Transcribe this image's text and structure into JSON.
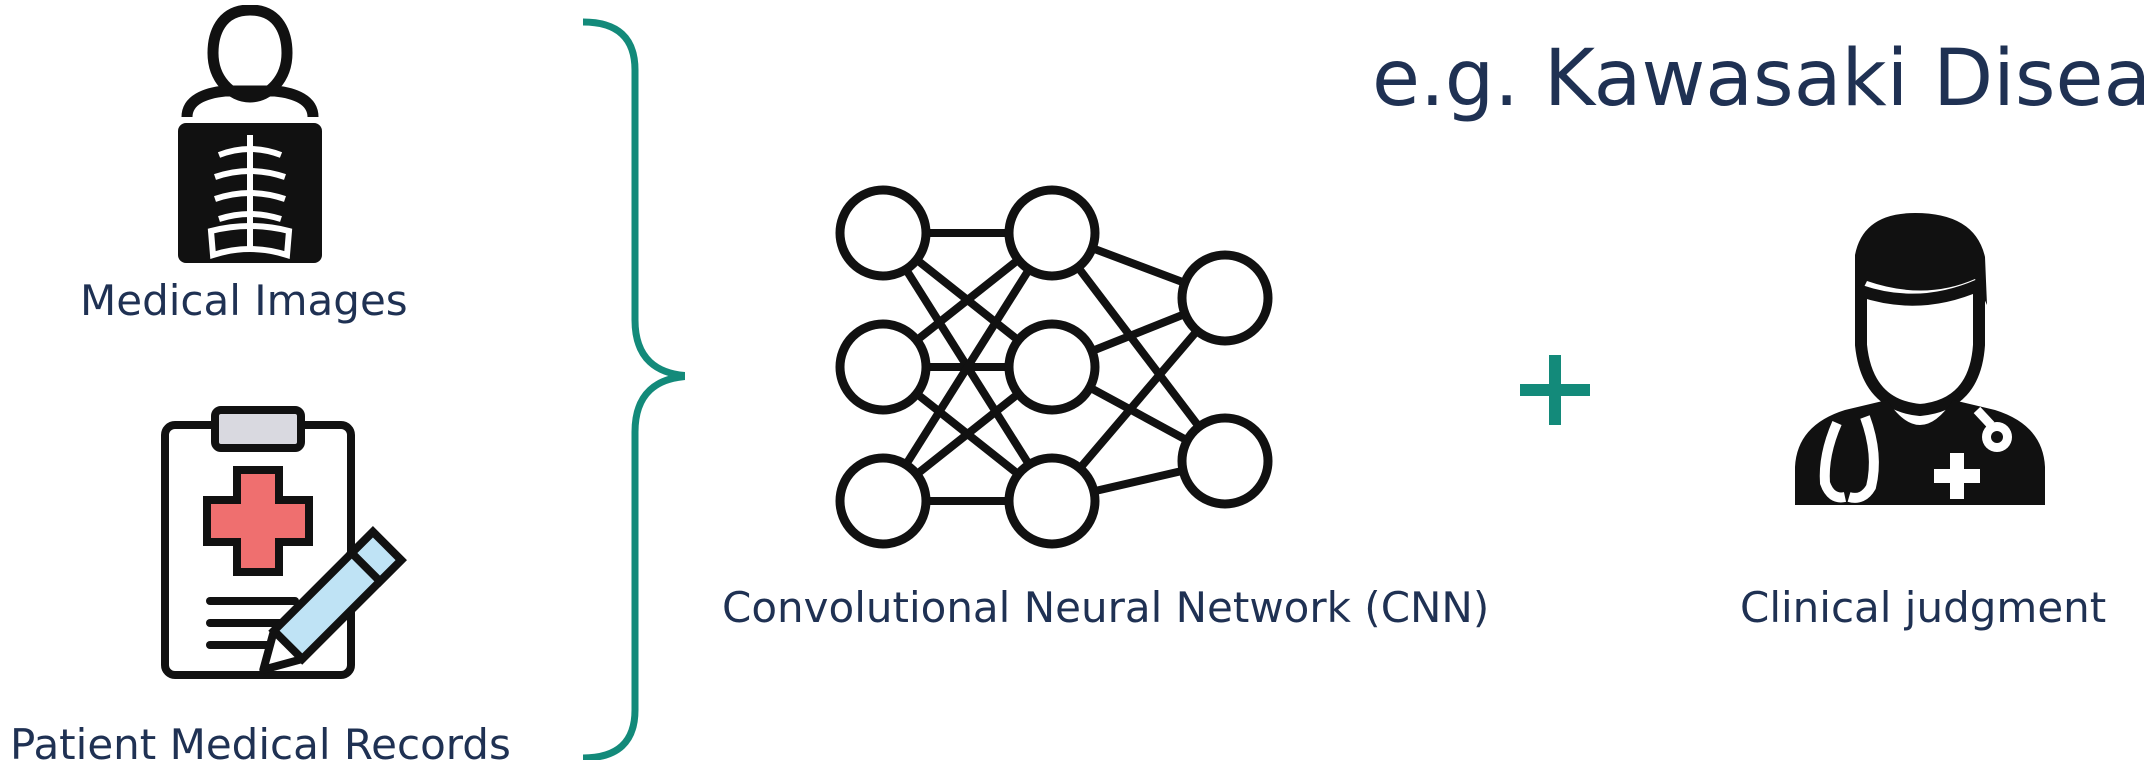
{
  "title": "e.g. Kawasaki Disease",
  "inputs": {
    "medical_images_label": "Medical Images",
    "records_label": "Patient Medical Records"
  },
  "model": {
    "label": "Convolutional Neural Network (CNN)"
  },
  "combine_symbol": "+",
  "expert": {
    "label": "Clinical judgment"
  },
  "colors": {
    "accent": "#138a7a",
    "text": "#1f3153",
    "icon": "#111111",
    "cross": "#ef6f6f",
    "pencil": "#bfe3f5",
    "clip": "#d9d9e0"
  }
}
